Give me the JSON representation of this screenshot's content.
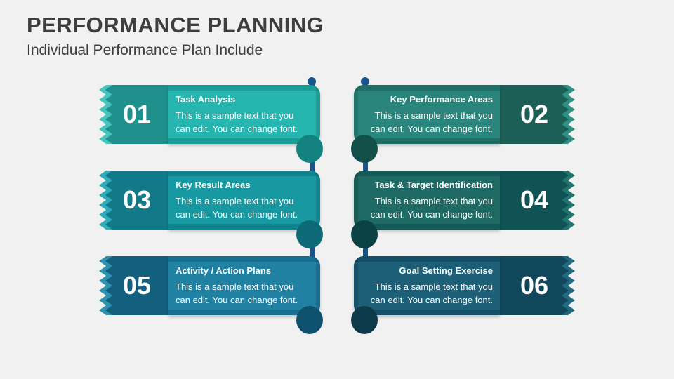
{
  "slide": {
    "title": "PERFORMANCE PLANNING",
    "subtitle": "Individual Performance Plan Include",
    "background_color": "#f1f1f2",
    "title_color": "#3e3e3e"
  },
  "pole_color": "#175489",
  "items": [
    {
      "number": "01",
      "title": "Task Analysis",
      "body": "This is a sample text that you\ncan edit. You can change font.",
      "colors": {
        "band": "#1f908b",
        "panel": "#26b5af",
        "zigzag": "#45c5be",
        "cap": "#1b9c96",
        "lip": "#148380"
      }
    },
    {
      "number": "02",
      "title": "Key Performance Areas",
      "body": "This is a sample text that you\ncan edit. You can change font.",
      "colors": {
        "band": "#1c5f57",
        "panel": "#2a867c",
        "zigzag": "#2f9183",
        "cap": "#1f6f66",
        "lip": "#14504a"
      }
    },
    {
      "number": "03",
      "title": "Key Result Areas",
      "body": "This is a sample text that you\ncan edit. You can change font.",
      "colors": {
        "band": "#117988",
        "panel": "#1899a2",
        "zigzag": "#30abb9",
        "cap": "#10838d",
        "lip": "#0c6b77"
      }
    },
    {
      "number": "04",
      "title": "Task & Target Identification",
      "body": "This is a sample text that you\ncan edit. You can change font.",
      "colors": {
        "band": "#0f5355",
        "panel": "#1f6a64",
        "zigzag": "#21746d",
        "cap": "#135b57",
        "lip": "#0a4245"
      }
    },
    {
      "number": "05",
      "title": "Activity / Action Plans",
      "body": "This is a sample text that you\ncan edit. You can change font.",
      "colors": {
        "band": "#135f7e",
        "panel": "#2081a2",
        "zigzag": "#2e93af",
        "cap": "#166f90",
        "lip": "#0e516f"
      }
    },
    {
      "number": "06",
      "title": "Goal Setting Exercise",
      "body": "This is a sample text that you\ncan edit. You can change font.",
      "colors": {
        "band": "#12485c",
        "panel": "#1c5f76",
        "zigzag": "#226a82",
        "cap": "#135068",
        "lip": "#0d3a4b"
      }
    }
  ]
}
